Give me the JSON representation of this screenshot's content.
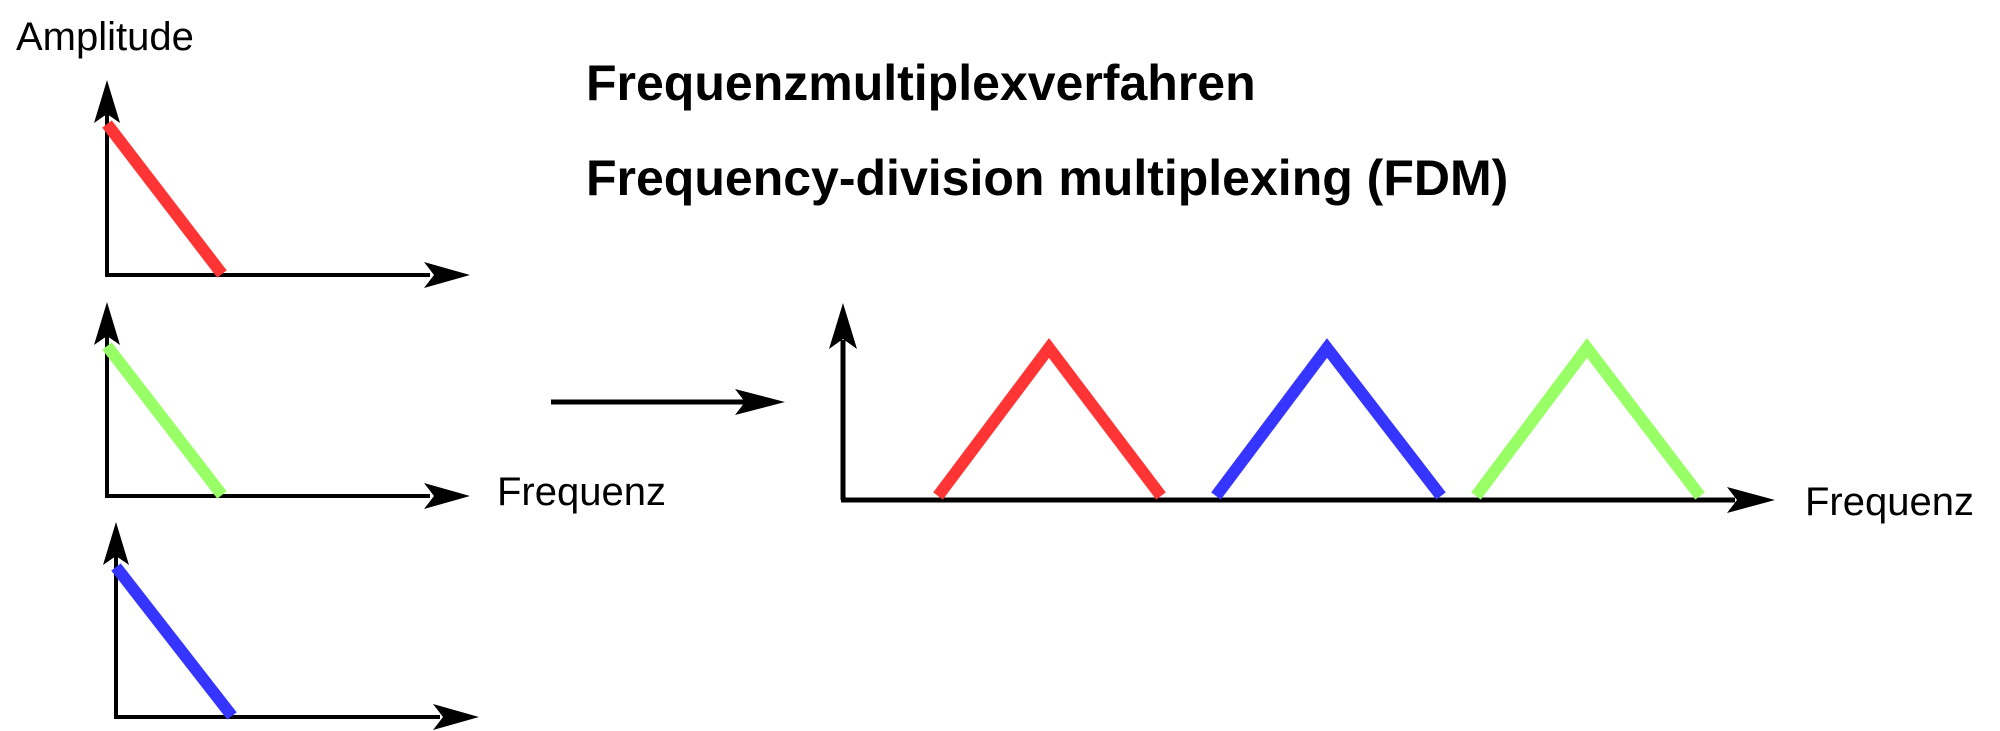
{
  "labels": {
    "amplitude": "Amplitude",
    "frequency_left": "Frequenz",
    "frequency_right": "Frequenz"
  },
  "titles": {
    "german": "Frequenzmultiplexverfahren",
    "english": "Frequency-division multiplexing (FDM)"
  },
  "colors": {
    "axis": "#000000",
    "channel_1": "#ff3535",
    "channel_2": "#99ff66",
    "channel_3": "#3535ff"
  },
  "channels": [
    {
      "color_key": "channel_1",
      "order": 1
    },
    {
      "color_key": "channel_2",
      "order": 3
    },
    {
      "color_key": "channel_3",
      "order": 2
    }
  ]
}
